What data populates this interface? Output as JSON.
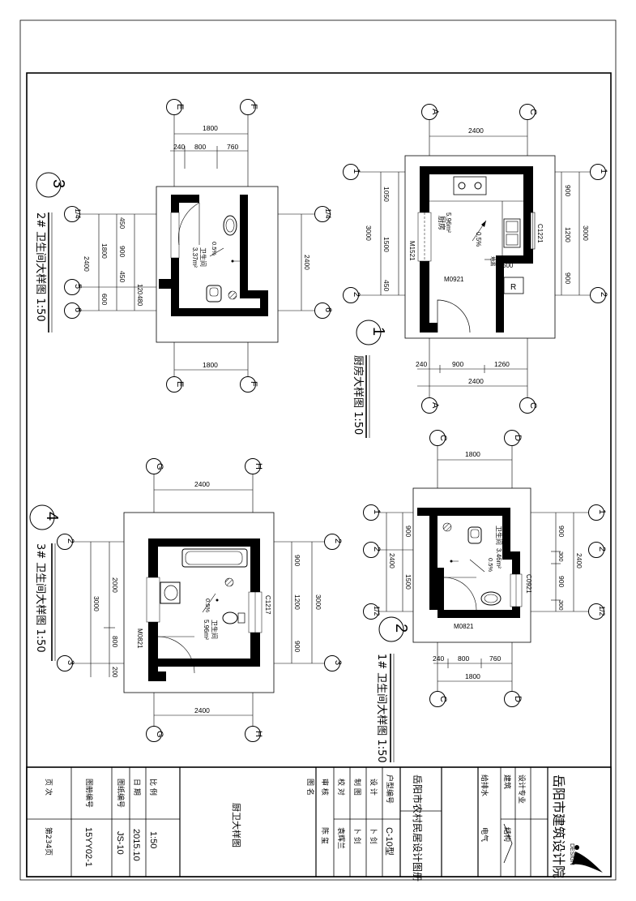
{
  "plan1": {
    "number": "1",
    "title": "厨房大样图 1:50",
    "axes": {
      "top_left": "A",
      "top_right": "C",
      "left_1": "1",
      "left_2": "2"
    },
    "dims_top": [
      "2400"
    ],
    "dims_bottom": [
      "240",
      "900",
      "1260",
      "2400"
    ],
    "dims_left": [
      "1050",
      "1500",
      "450",
      "3000"
    ],
    "dims_right": [
      "900",
      "1200",
      "900",
      "3000"
    ],
    "room_name": "厨房",
    "room_area": "5.96m²",
    "slope": "0.5%",
    "door_label": "M0921",
    "window_label": "C1221",
    "opening_label": "M1521",
    "counter_dim": "600",
    "fridge": "R",
    "drain_mark": "地漏"
  },
  "plan2": {
    "number": "2",
    "title": "1# 卫生间大样图 1:50",
    "axes": {
      "top_left": "C",
      "top_right": "D",
      "left_1": "1",
      "left_2": "2",
      "left_3": "1/2"
    },
    "dims_top": [
      "1800"
    ],
    "dims_bottom": [
      "240",
      "800",
      "760",
      "1800"
    ],
    "dims_left": [
      "900",
      "1500",
      "2400"
    ],
    "dims_right": [
      "900",
      "300",
      "900",
      "300",
      "2400"
    ],
    "room_name": "卫生间",
    "room_area": "3.46m²",
    "slope": "0.5%",
    "door_label": "M0821",
    "window_label": "C0921"
  },
  "plan3": {
    "number": "3",
    "title": "2# 卫生间大样图 1:50",
    "axes": {
      "top_left": "E",
      "top_right": "F",
      "left_1": "1/4",
      "left_2": "5",
      "left_3": "6"
    },
    "dims_top": [
      "1800",
      "240",
      "800",
      "760"
    ],
    "dims_bottom": [
      "1800"
    ],
    "dims_left": [
      "450",
      "900",
      "450",
      "120",
      "480",
      "1800",
      "600",
      "2400"
    ],
    "dims_right": [
      "2400"
    ],
    "room_name": "卫生间",
    "room_area": "3.37m²",
    "slope": "0.5%"
  },
  "plan4": {
    "number": "4",
    "title": "3# 卫生间大样图 1:50",
    "axes": {
      "top_left": "G",
      "top_right": "H",
      "left_1": "2",
      "left_2": "3"
    },
    "dims_top": [
      "2400"
    ],
    "dims_bottom": [
      "2400"
    ],
    "dims_left": [
      "2000",
      "800",
      "200",
      "3000"
    ],
    "dims_right": [
      "900",
      "1200",
      "900",
      "3000"
    ],
    "room_name": "卫生间",
    "room_area": "5.96m²",
    "slope": "0.5%",
    "door_label": "M0821",
    "window_label": "C1217"
  },
  "title_block": {
    "institute": "岳阳市建筑设计院",
    "logo_text": "DESIGN",
    "atlas": "岳阳市农村民居设计图册",
    "discipline_label": "设计专业",
    "architecture": "建筑",
    "structure": "结构",
    "water": "给排水",
    "electrical": "电气",
    "unit_type_label": "户型编号",
    "unit_type": "C-10型",
    "design_label": "设 计",
    "design_name": "卜 剑",
    "drawing_label": "制 图",
    "drawing_name": "卜 剑",
    "check_label": "校 对",
    "check_name": "袁辉兰",
    "review_label": "审 核",
    "review_name": "陈 玺",
    "drawing_title_label": "图 名",
    "drawing_title": "厨卫大样图",
    "scale_label": "比 例",
    "scale": "1:50",
    "date_label": "日 期",
    "date": "2015.10",
    "sheet_no_label": "图纸编号",
    "sheet_no": "JS-10",
    "atlas_no_label": "图册编号",
    "atlas_no": "15YY02-1",
    "page_label": "页 次",
    "page": "第234页"
  }
}
